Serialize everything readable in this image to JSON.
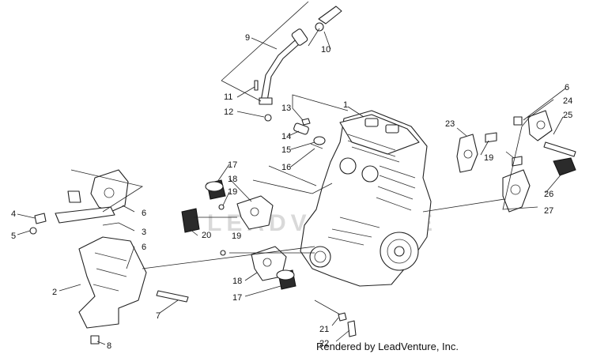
{
  "credit": "Rendered by LeadVenture, Inc.",
  "watermark": "LEADVENTURE",
  "callouts": [
    {
      "id": "c1",
      "label": "1"
    },
    {
      "id": "c2",
      "label": "2"
    },
    {
      "id": "c3",
      "label": "3"
    },
    {
      "id": "c4",
      "label": "4"
    },
    {
      "id": "c5",
      "label": "5"
    },
    {
      "id": "c6a",
      "label": "6"
    },
    {
      "id": "c6b",
      "label": "6"
    },
    {
      "id": "c6c",
      "label": "6"
    },
    {
      "id": "c7",
      "label": "7"
    },
    {
      "id": "c8",
      "label": "8"
    },
    {
      "id": "c9",
      "label": "9"
    },
    {
      "id": "c10",
      "label": "10"
    },
    {
      "id": "c11",
      "label": "11"
    },
    {
      "id": "c12",
      "label": "12"
    },
    {
      "id": "c13",
      "label": "13"
    },
    {
      "id": "c14",
      "label": "14"
    },
    {
      "id": "c15",
      "label": "15"
    },
    {
      "id": "c16",
      "label": "16"
    },
    {
      "id": "c17a",
      "label": "17"
    },
    {
      "id": "c17b",
      "label": "17"
    },
    {
      "id": "c18a",
      "label": "18"
    },
    {
      "id": "c18b",
      "label": "18"
    },
    {
      "id": "c19a",
      "label": "19"
    },
    {
      "id": "c19b",
      "label": "19"
    },
    {
      "id": "c19c",
      "label": "19"
    },
    {
      "id": "c20",
      "label": "20"
    },
    {
      "id": "c21",
      "label": "21"
    },
    {
      "id": "c22",
      "label": "22"
    },
    {
      "id": "c23",
      "label": "23"
    },
    {
      "id": "c24",
      "label": "24"
    },
    {
      "id": "c25",
      "label": "25"
    },
    {
      "id": "c26",
      "label": "26"
    },
    {
      "id": "c27",
      "label": "27"
    }
  ]
}
